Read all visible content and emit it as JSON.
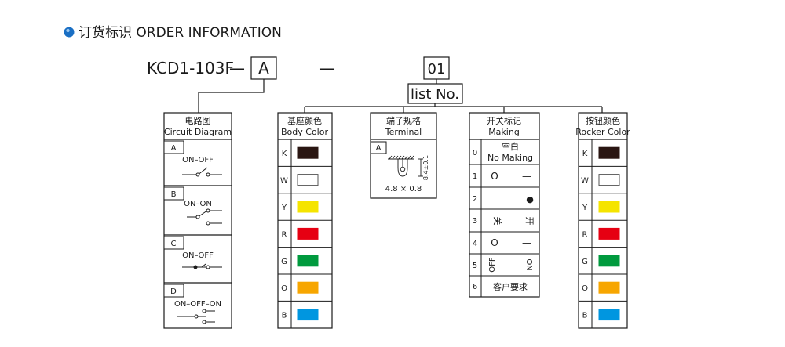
{
  "header": {
    "title": "订货标识 ORDER INFORMATION"
  },
  "model": {
    "prefix": "KCD1-103F",
    "dash": "—",
    "code_a": "A",
    "code_01": "01",
    "list_label": "list No."
  },
  "circuit": {
    "title_cn": "电路图",
    "title_en": "Circuit Diagram",
    "rows": [
      {
        "code": "A",
        "label": "ON–OFF"
      },
      {
        "code": "B",
        "label": "ON–ON"
      },
      {
        "code": "C",
        "label": "ON–OFF"
      },
      {
        "code": "D",
        "label": "ON–OFF–ON"
      }
    ]
  },
  "body_color": {
    "title_cn": "基座颜色",
    "title_en": "Body Color",
    "rows": [
      {
        "code": "K",
        "color": "#2a1612"
      },
      {
        "code": "W",
        "color": "#ffffff"
      },
      {
        "code": "Y",
        "color": "#f5e400"
      },
      {
        "code": "R",
        "color": "#e60012"
      },
      {
        "code": "G",
        "color": "#009a3e"
      },
      {
        "code": "O",
        "color": "#f7a600"
      },
      {
        "code": "B",
        "color": "#0096e0"
      }
    ]
  },
  "terminal": {
    "title_cn": "端子规格",
    "title_en": "Terminal",
    "code": "A",
    "dim_w": "4.8 × 0.8",
    "dim_h": "8.4±0.1"
  },
  "making": {
    "title_cn": "开关标记",
    "title_en": "Making",
    "rows": [
      {
        "code": "0",
        "cn": "空白",
        "en": "No Making"
      },
      {
        "code": "1",
        "left": "O",
        "right": "—"
      },
      {
        "code": "2",
        "right": "●"
      },
      {
        "code": "3",
        "left": "关",
        "right": "开"
      },
      {
        "code": "4",
        "left": "O",
        "right": "—"
      },
      {
        "code": "5",
        "left": "OFF",
        "right": "ON"
      },
      {
        "code": "6",
        "cn": "客户要求"
      }
    ]
  },
  "rocker_color": {
    "title_cn": "按钮颜色",
    "title_en": "Rocker Color",
    "rows": [
      {
        "code": "K",
        "color": "#2a1612"
      },
      {
        "code": "W",
        "color": "#ffffff"
      },
      {
        "code": "Y",
        "color": "#f5e400"
      },
      {
        "code": "R",
        "color": "#e60012"
      },
      {
        "code": "G",
        "color": "#009a3e"
      },
      {
        "code": "O",
        "color": "#f7a600"
      },
      {
        "code": "B",
        "color": "#0096e0"
      }
    ]
  },
  "accent": "#1a6fc4"
}
